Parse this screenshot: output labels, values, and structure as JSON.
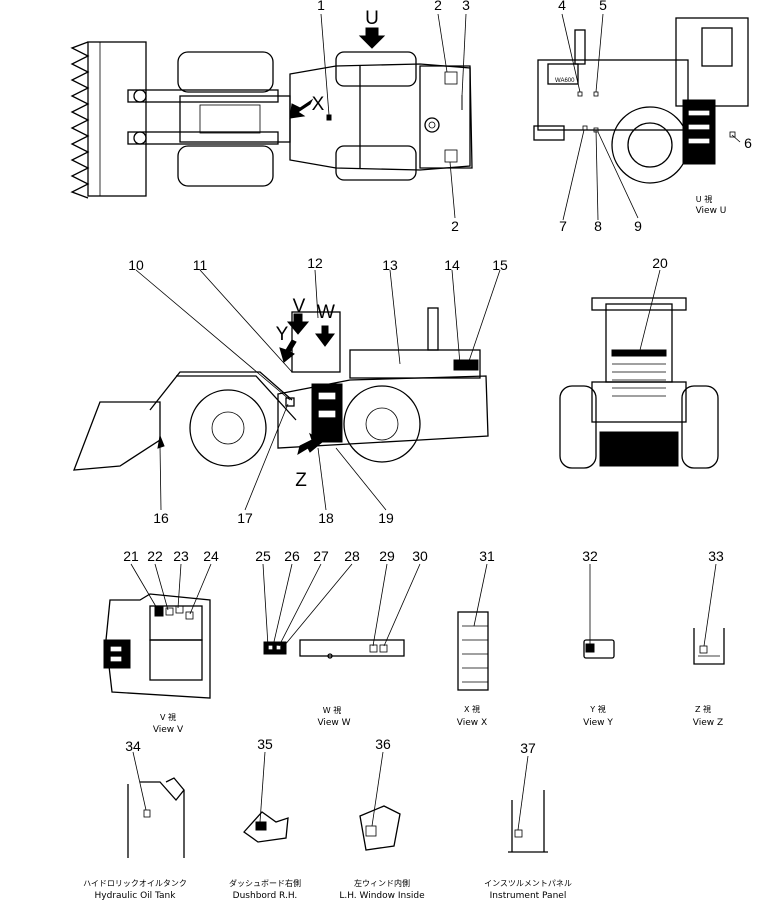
{
  "callouts": [
    "1",
    "2",
    "2",
    "3",
    "4",
    "5",
    "6",
    "7",
    "8",
    "9",
    "10",
    "11",
    "12",
    "13",
    "14",
    "15",
    "16",
    "17",
    "18",
    "19",
    "20",
    "21",
    "22",
    "23",
    "24",
    "25",
    "26",
    "27",
    "28",
    "29",
    "30",
    "31",
    "32",
    "33",
    "34",
    "35",
    "36",
    "37"
  ],
  "view_letters": {
    "u": "U",
    "v": "V",
    "w": "W",
    "x": "X",
    "y": "Y",
    "z": "Z"
  },
  "views": {
    "u": {
      "jp": "U 視",
      "en": "View U"
    },
    "v": {
      "jp": "V 視",
      "en": "View V"
    },
    "w": {
      "jp": "W 視",
      "en": "View W"
    },
    "x": {
      "jp": "X 視",
      "en": "View X"
    },
    "y": {
      "jp": "Y 視",
      "en": "View Y"
    },
    "z": {
      "jp": "Z 視",
      "en": "View Z"
    }
  },
  "components": {
    "hydraulic_tank": {
      "jp": "ハイドロリックオイルタンク",
      "en": "Hydraulic Oil Tank"
    },
    "dashboard": {
      "jp": "ダッシュボード右側",
      "en": "Dushbord R.H."
    },
    "window": {
      "jp": "左ウィンド内側",
      "en": "L.H. Window Inside"
    },
    "instrument_panel": {
      "jp": "インスツルメントパネル",
      "en": "Instrument Panel"
    }
  },
  "model_plate": "WA600"
}
